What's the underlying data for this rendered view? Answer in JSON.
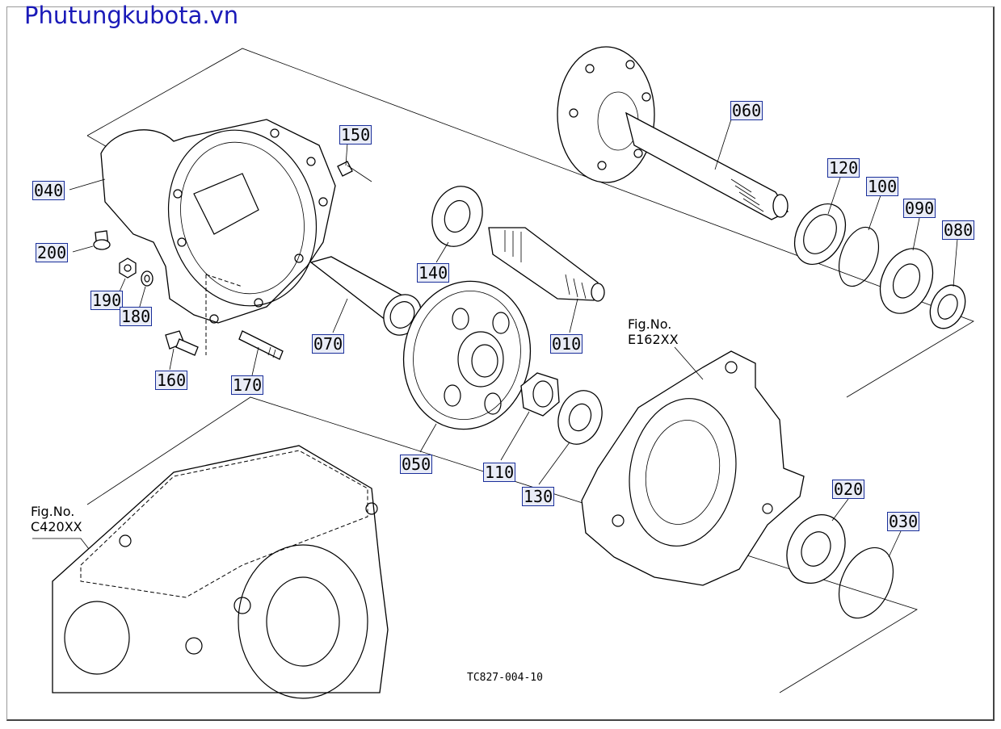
{
  "watermark": "Phutungkubota.vn",
  "drawing_code": "TC827-004-10",
  "fig_refs": {
    "left": {
      "label": "Fig.No.",
      "code": "C420XX"
    },
    "right": {
      "label": "Fig.No.",
      "code": "E162XX"
    }
  },
  "callouts": {
    "p010": "010",
    "p020": "020",
    "p030": "030",
    "p040": "040",
    "p050": "050",
    "p060": "060",
    "p070": "070",
    "p080": "080",
    "p090": "090",
    "p100": "100",
    "p110": "110",
    "p120": "120",
    "p130": "130",
    "p140": "140",
    "p150": "150",
    "p160": "160",
    "p170": "170",
    "p180": "180",
    "p190": "190",
    "p200": "200"
  },
  "colors": {
    "watermark": "#1a1ab8",
    "callout_border": "#1a2f9a",
    "callout_fill": "#e9ecf7"
  }
}
